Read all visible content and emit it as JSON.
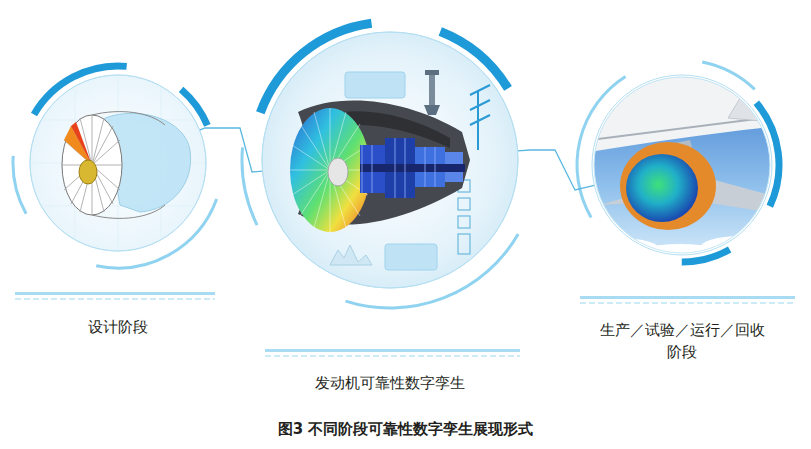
{
  "diagram": {
    "caption": "图3 不同阶段可靠性数字孪生展现形式",
    "nodes": [
      {
        "text": [
          "设计阶段"
        ]
      },
      {
        "text": [
          "发动机可靠性数字孪生"
        ]
      },
      {
        "text": [
          "生产／试验／运行／回收 阶段"
        ]
      }
    ],
    "edges": [
      {
        "from": 0,
        "to": 1,
        "arrow": "none"
      },
      {
        "from": 1,
        "to": 2,
        "arrow": "none"
      }
    ]
  }
}
